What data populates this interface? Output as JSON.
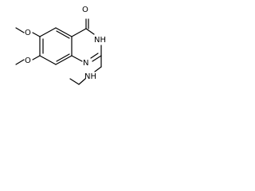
{
  "structure": {
    "atoms": {
      "carbonyl_o": "O",
      "ring_nh": "NH",
      "ring_n": "N",
      "amine_nh": "NH",
      "methoxy_o_top": "O",
      "methoxy_o_bottom": "O"
    }
  }
}
